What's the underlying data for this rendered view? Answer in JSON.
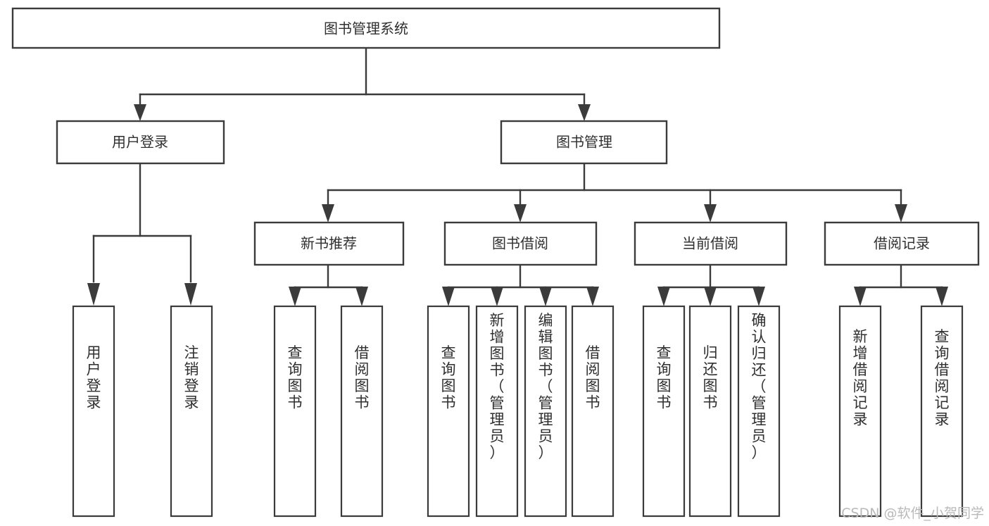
{
  "diagram": {
    "title": "图书管理系统",
    "type": "tree-hierarchy-diagram",
    "orientation": "top-down",
    "colors": {
      "box_stroke": "#3b3b3b",
      "box_fill": "#ffffff",
      "edge": "#3b3b3b",
      "text": "#2f2f2f",
      "background": "#ffffff",
      "watermark": "#b9b9b9"
    },
    "root": {
      "id": "root",
      "label": "图书管理系统",
      "orientation": "horizontal"
    },
    "level2": [
      {
        "id": "user-login",
        "label": "用户登录",
        "orientation": "horizontal"
      },
      {
        "id": "book-management",
        "label": "图书管理",
        "orientation": "horizontal"
      }
    ],
    "level3": [
      {
        "id": "new-book-recommend",
        "label": "新书推荐",
        "orientation": "horizontal"
      },
      {
        "id": "book-borrow",
        "label": "图书借阅",
        "orientation": "horizontal"
      },
      {
        "id": "current-borrow",
        "label": "当前借阅",
        "orientation": "horizontal"
      },
      {
        "id": "borrow-record",
        "label": "借阅记录",
        "orientation": "horizontal"
      }
    ],
    "leaves": [
      {
        "id": "leaf-user-login",
        "label": "用户登录",
        "parent": "user-login",
        "orientation": "vertical"
      },
      {
        "id": "leaf-logout",
        "label": "注销登录",
        "parent": "user-login",
        "orientation": "vertical"
      },
      {
        "id": "leaf-query-book-1",
        "label": "查询图书",
        "parent": "new-book-recommend",
        "orientation": "vertical"
      },
      {
        "id": "leaf-borrow-book-1",
        "label": "借阅图书",
        "parent": "new-book-recommend",
        "orientation": "vertical"
      },
      {
        "id": "leaf-query-book-2",
        "label": "查询图书",
        "parent": "book-borrow",
        "orientation": "vertical"
      },
      {
        "id": "leaf-add-book",
        "label": "新增图书（管理员）",
        "parent": "book-borrow",
        "orientation": "vertical"
      },
      {
        "id": "leaf-edit-book",
        "label": "编辑图书（管理员）",
        "parent": "book-borrow",
        "orientation": "vertical"
      },
      {
        "id": "leaf-borrow-book-2",
        "label": "借阅图书",
        "parent": "book-borrow",
        "orientation": "vertical"
      },
      {
        "id": "leaf-query-book-3",
        "label": "查询图书",
        "parent": "current-borrow",
        "orientation": "vertical"
      },
      {
        "id": "leaf-return-book",
        "label": "归还图书",
        "parent": "current-borrow",
        "orientation": "vertical"
      },
      {
        "id": "leaf-confirm-return",
        "label": "确认归还（管理员）",
        "parent": "current-borrow",
        "orientation": "vertical"
      },
      {
        "id": "leaf-add-record",
        "label": "新增借阅记录",
        "parent": "borrow-record",
        "orientation": "vertical"
      },
      {
        "id": "leaf-query-record",
        "label": "查询借阅记录",
        "parent": "borrow-record",
        "orientation": "vertical"
      }
    ]
  },
  "watermark": {
    "text": "CSDN @软件_小贺同学"
  }
}
